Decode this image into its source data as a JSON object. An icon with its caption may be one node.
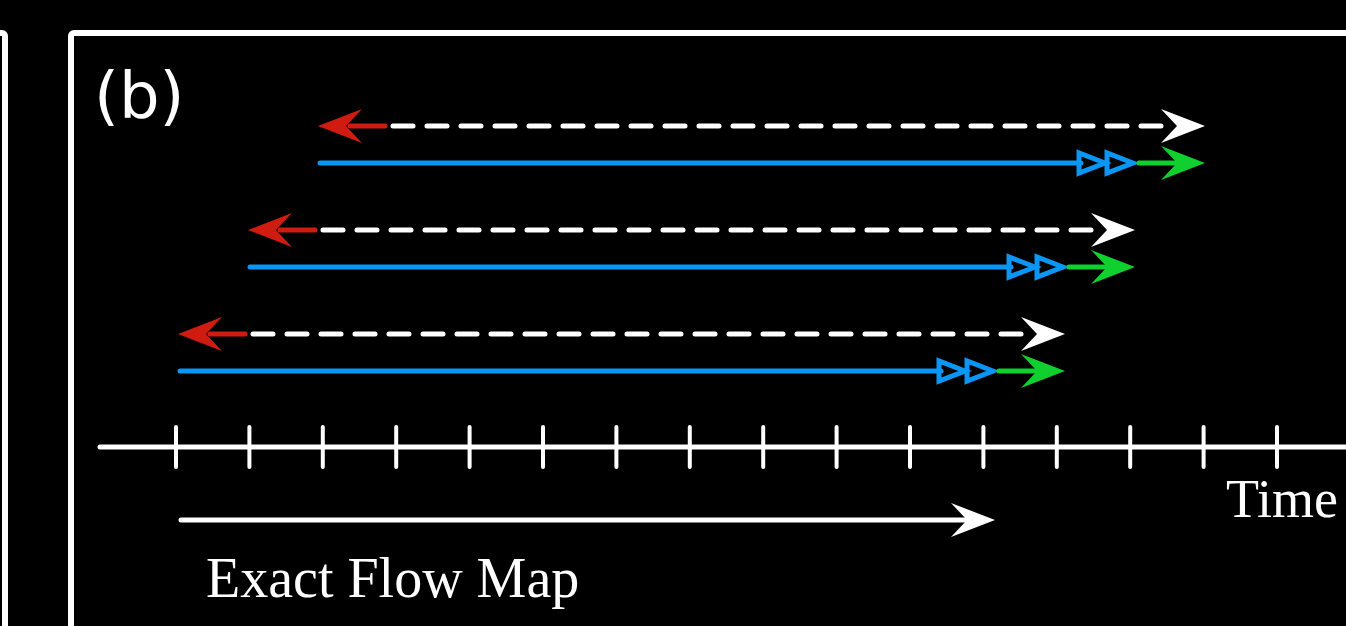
{
  "diagram": {
    "labels": [
      "(b)",
      "Time",
      "Exact Flow Map"
    ]
  }
}
